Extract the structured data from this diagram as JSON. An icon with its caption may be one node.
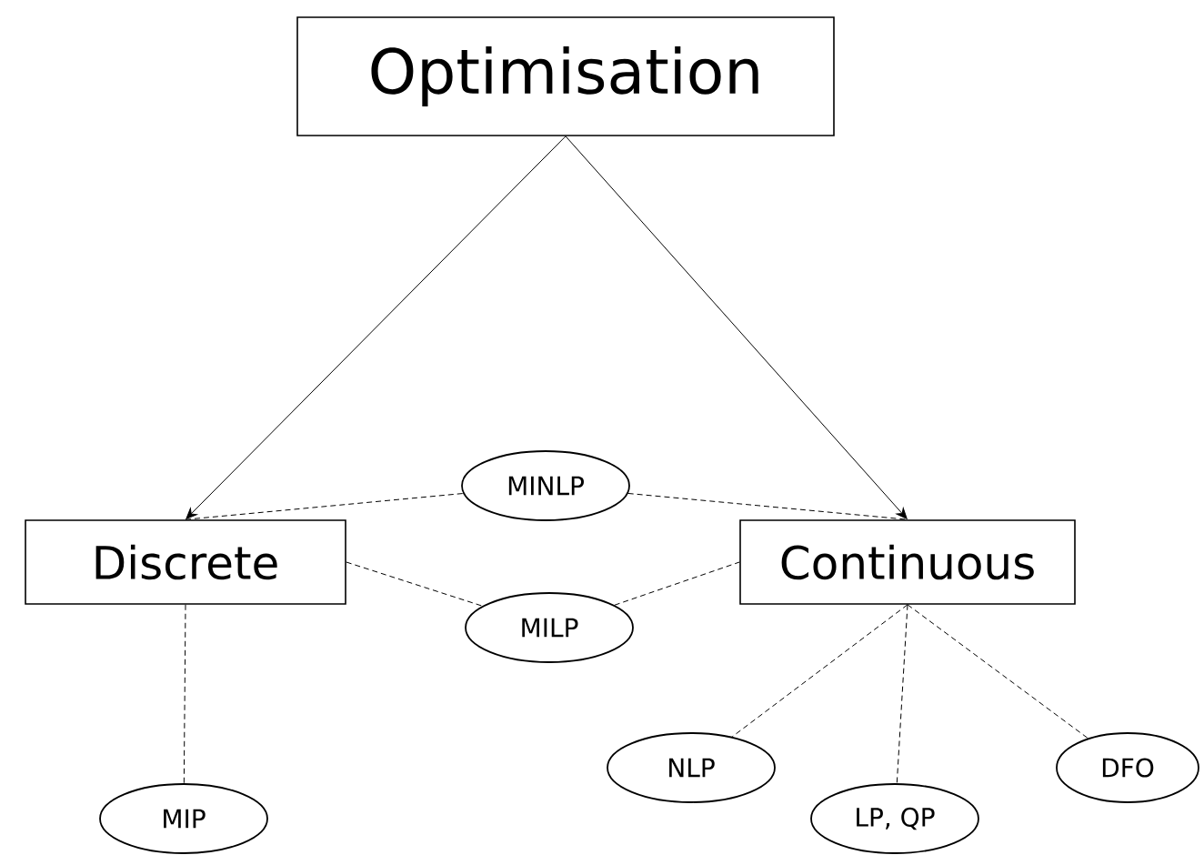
{
  "diagram": {
    "nodes": [
      {
        "text": [
          "Optimisation"
        ]
      },
      {
        "text": [
          "MINLP"
        ]
      },
      {
        "text": [
          "Discrete"
        ]
      },
      {
        "text": [
          "Continuous"
        ]
      },
      {
        "text": [
          "MILP"
        ]
      },
      {
        "text": [
          "NLP"
        ]
      },
      {
        "text": [
          "DFO"
        ]
      },
      {
        "text": [
          "MIP"
        ]
      },
      {
        "text": [
          "LP, QP"
        ]
      }
    ],
    "edges": [
      {
        "from": 0,
        "to": 2,
        "arrow": "to"
      },
      {
        "from": 0,
        "to": 3,
        "arrow": "to"
      },
      {
        "from": 2,
        "to": 1,
        "arrow": "none",
        "style": "dashed"
      },
      {
        "from": 2,
        "to": 4,
        "arrow": "none",
        "style": "dashed"
      },
      {
        "from": 1,
        "to": 3,
        "arrow": "none",
        "style": "dashed"
      },
      {
        "from": 4,
        "to": 3,
        "arrow": "none",
        "style": "dashed"
      },
      {
        "from": 2,
        "to": 7,
        "arrow": "none",
        "style": "dashed"
      },
      {
        "from": 3,
        "to": 5,
        "arrow": "none",
        "style": "dashed"
      },
      {
        "from": 3,
        "to": 8,
        "arrow": "none",
        "style": "dashed"
      },
      {
        "from": 3,
        "to": 6,
        "arrow": "none",
        "style": "dashed"
      }
    ]
  }
}
